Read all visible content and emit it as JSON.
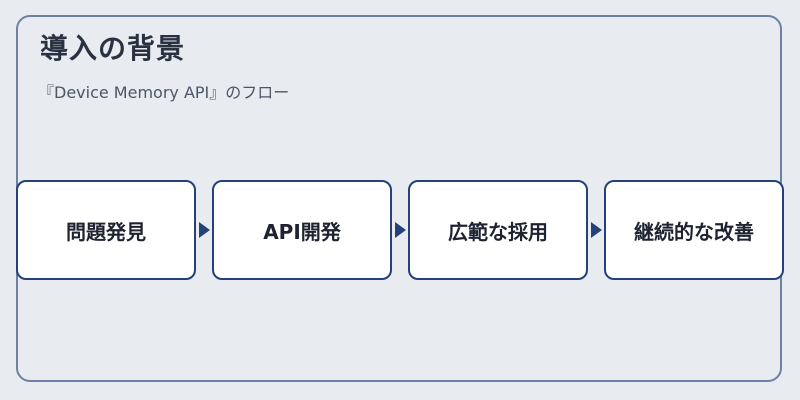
{
  "title": "導入の背景",
  "subtitle": "『Device Memory API』のフロー",
  "steps": [
    {
      "label": "問題発見"
    },
    {
      "label": "API開発"
    },
    {
      "label": "広範な採用"
    },
    {
      "label": "継続的な改善"
    }
  ],
  "colors": {
    "background": "#e8ecf1",
    "panel_border": "#6d80a6",
    "step_border": "#24417a",
    "arrow": "#24417a",
    "step_fill": "#ffffff"
  }
}
